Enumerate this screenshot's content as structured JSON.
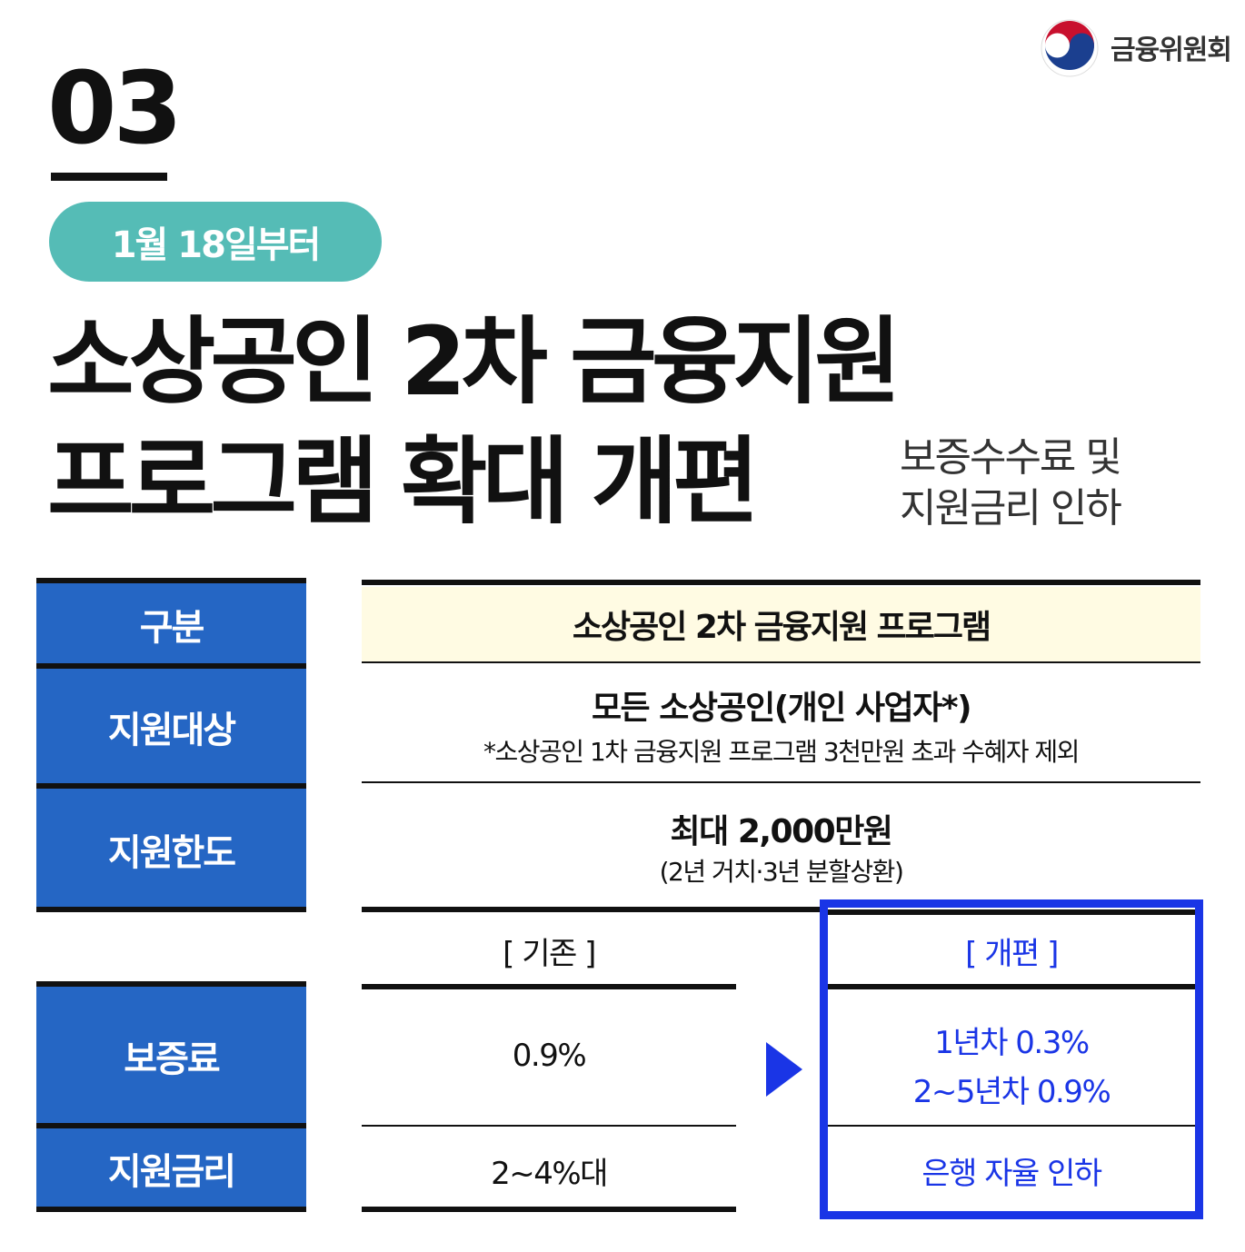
{
  "header": {
    "logo_text": "금융위원회",
    "number": "03",
    "date_badge": "1월 18일부터",
    "title_line1": "소상공인 2차 금융지원",
    "title_line2": "프로그램 확대 개편",
    "subtitle_line1": "보증수수료 및",
    "subtitle_line2": "지원금리 인하"
  },
  "table": {
    "labels": {
      "category": "구분",
      "target": "지원대상",
      "limit": "지원한도",
      "fee": "보증료",
      "rate": "지원금리"
    },
    "program_title": "소상공인 2차 금융지원 프로그램",
    "target_main": "모든 소상공인(개인 사업자*)",
    "target_note": "*소상공인 1차 금융지원 프로그램 3천만원 초과 수혜자 제외",
    "limit_main": "최대 2,000만원",
    "limit_note": "(2년 거치·3년 분할상환)",
    "before_header": "[ 기존 ]",
    "after_header": "[ 개편 ]",
    "fee_before": "0.9%",
    "fee_after_line1": "1년차 0.3%",
    "fee_after_line2": "2~5년차 0.9%",
    "rate_before": "2~4%대",
    "rate_after": "은행 자율 인하"
  },
  "colors": {
    "teal": "#55bcb6",
    "header_blue": "#2566c4",
    "highlight_blue": "#1a35e6",
    "cream": "#fffbe3"
  }
}
